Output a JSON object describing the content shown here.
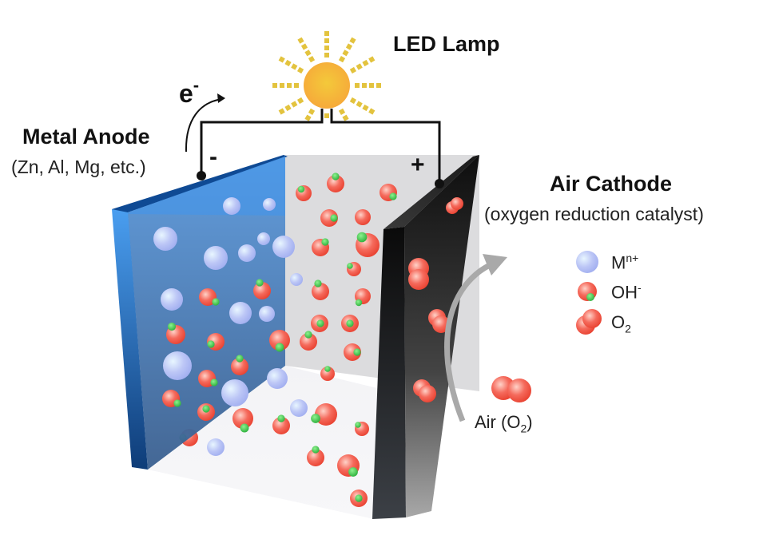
{
  "lamp": {
    "label": "LED Lamp",
    "icon": "led-lamp-icon",
    "color": "#f5b13a",
    "ray_color": "#e3c33e"
  },
  "electron": {
    "symbol": "e",
    "charge": "-"
  },
  "anode": {
    "title": "Metal Anode",
    "subtitle": "(Zn, Al, Mg, etc.)",
    "terminal": "-",
    "color": "#3d8fe0"
  },
  "cathode": {
    "title": "Air Cathode",
    "subtitle": "(oxygen reduction catalyst)",
    "terminal": "+",
    "color": "#111111"
  },
  "air": {
    "label_prefix": "Air (O",
    "label_sub": "2",
    "label_suffix": ")",
    "arrow_color": "#a9a9a9"
  },
  "legend": [
    {
      "species": "metal-ion",
      "base": "M",
      "sup": "n+",
      "sub": "",
      "color": "#b6c2f5"
    },
    {
      "species": "hydroxide",
      "base": "OH",
      "sup": "-",
      "sub": "",
      "color": "#f2574a",
      "h_color": "#3cc24a"
    },
    {
      "species": "oxygen",
      "base": "O",
      "sup": "",
      "sub": "2",
      "color": "#f2574a"
    }
  ]
}
